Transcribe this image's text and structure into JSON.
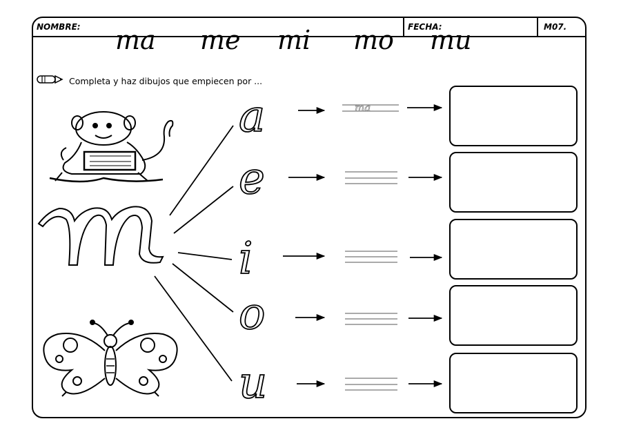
{
  "header": {
    "name_label": "NOMBRE:",
    "date_label": "FECHA:",
    "code": "M07."
  },
  "syllables": [
    "ma",
    "me",
    "mi",
    "mo",
    "mu"
  ],
  "instruction": "Completa y haz dibujos que empiecen por ...",
  "main_letter": "m",
  "vowels": [
    "a",
    "e",
    "i",
    "o",
    "u"
  ],
  "trace_example": "ma",
  "icons": {
    "pencil": "pencil-icon",
    "animal": "monkey-drawing",
    "insect": "butterfly-drawing"
  }
}
